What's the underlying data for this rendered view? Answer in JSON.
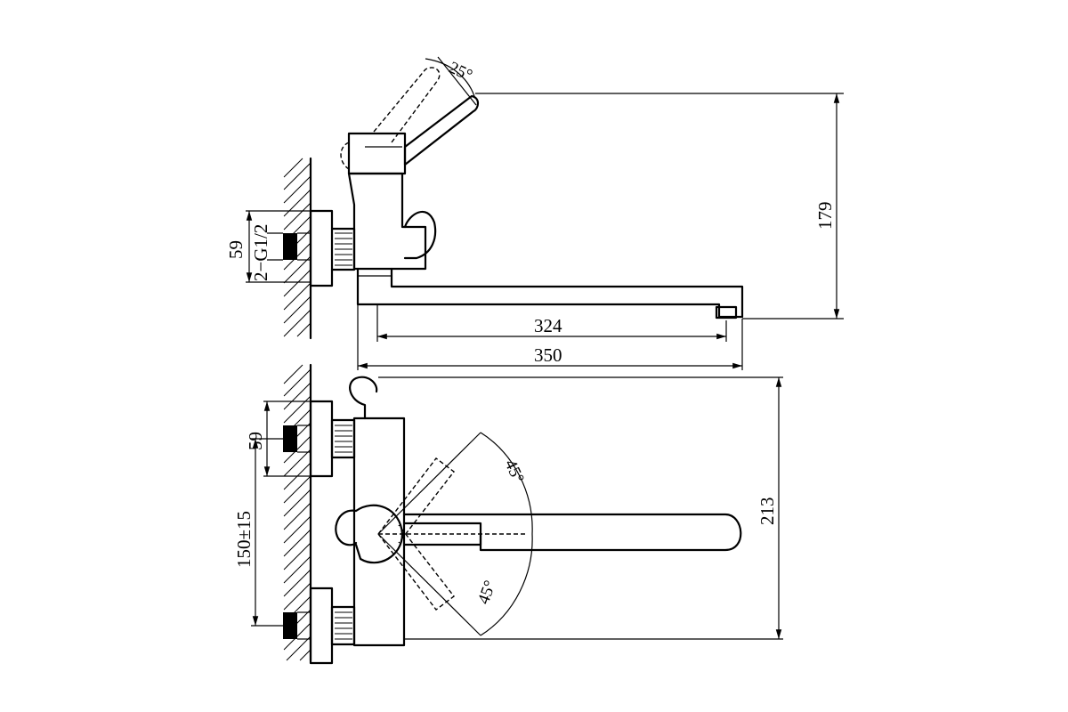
{
  "top_view": {
    "dim_handle_angle": "25°",
    "dim_height": "179",
    "dim_inlet_spacing": "59",
    "dim_thread": "2−G1/2",
    "dim_spout_reach": "324",
    "dim_total_reach": "350"
  },
  "front_view": {
    "dim_inlet_spacing": "59",
    "dim_center_distance": "150±15",
    "dim_height": "213",
    "dim_swivel_up": "45°",
    "dim_swivel_down": "45°"
  }
}
